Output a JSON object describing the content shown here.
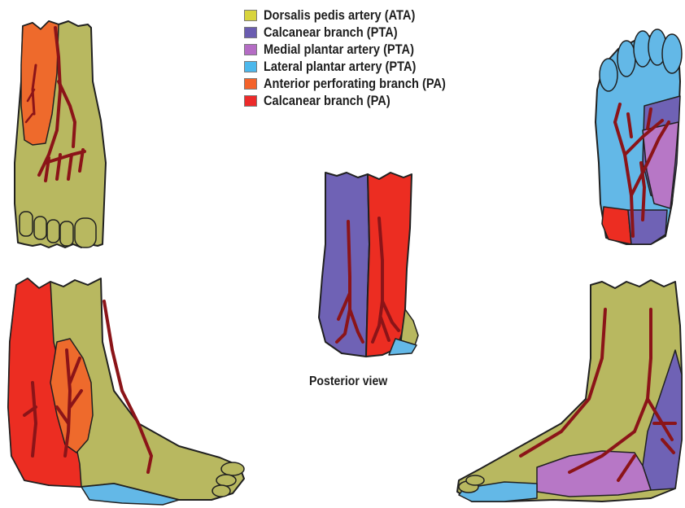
{
  "legend": {
    "items": [
      {
        "label": "Dorsalis pedis artery (ATA)",
        "color": "#d8d43c"
      },
      {
        "label": "Calcanear branch (PTA)",
        "color": "#6a5cb0"
      },
      {
        "label": "Medial plantar artery (PTA)",
        "color": "#b46cc4"
      },
      {
        "label": "Lateral plantar artery (PTA)",
        "color": "#4cb8ec"
      },
      {
        "label": "Anterior perforating branch (PA)",
        "color": "#f4622a"
      },
      {
        "label": "Calcanear branch (PA)",
        "color": "#ec2a2a"
      }
    ]
  },
  "posterior_view": {
    "caption": "Posterior view"
  },
  "colors": {
    "olive_region": "#b8b860",
    "violet_region": "#6f62b5",
    "pink_region": "#b777c6",
    "blue_region": "#63b8e7",
    "orange_region": "#ee6a2c",
    "red_region": "#ec2d22",
    "artery": "#8b1418",
    "outline": "#202020"
  },
  "icons": {
    "dorsal_view": "foot-dorsal-illustration",
    "plantar_view": "foot-plantar-illustration",
    "posterior_view": "ankle-posterior-illustration",
    "lateral_view": "foot-lateral-illustration",
    "medial_view": "foot-medial-illustration"
  }
}
